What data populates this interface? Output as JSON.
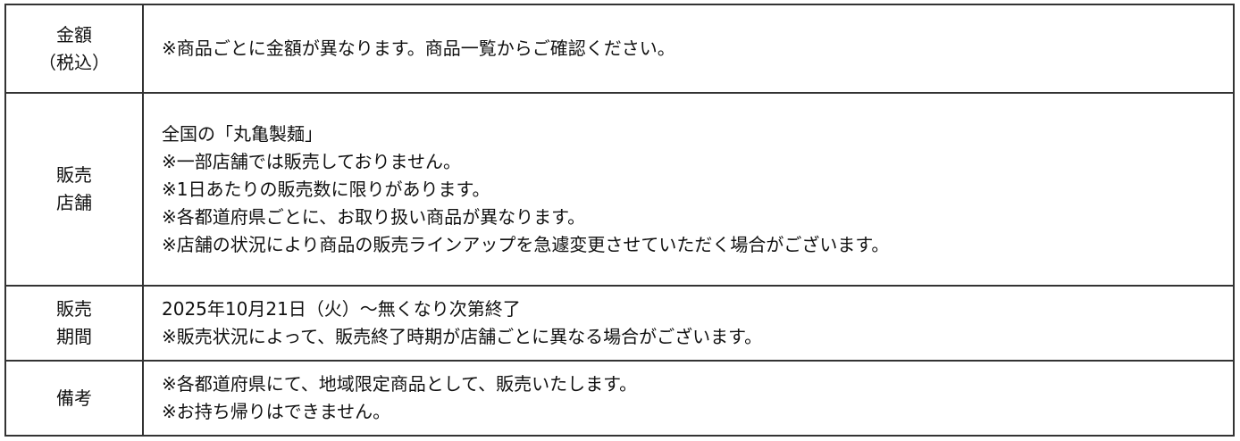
{
  "rows": [
    {
      "header": [
        "金額",
        "（税込）"
      ],
      "lines": [
        "※商品ごとに金額が異なります。商品一覧からご確認ください。"
      ]
    },
    {
      "header": [
        "販売",
        "店舗"
      ],
      "lines": [
        "全国の「丸亀製麺」",
        "※一部店舗では販売しておりません。",
        "※1日あたりの販売数に限りがあります。",
        "※各都道府県ごとに、お取り扱い商品が異なります。",
        "※店舗の状況により商品の販売ラインアップを急遽変更させていただく場合がございます。"
      ]
    },
    {
      "header": [
        "販売",
        "期間"
      ],
      "lines": [
        "2025年10月21日（火）～無くなり次第終了",
        "※販売状況によって、販売終了時期が店舗ごとに異なる場合がございます。"
      ]
    },
    {
      "header": [
        "備考"
      ],
      "lines": [
        "※各都道府県にて、地域限定商品として、販売いたします。",
        "※お持ち帰りはできません。"
      ]
    }
  ]
}
